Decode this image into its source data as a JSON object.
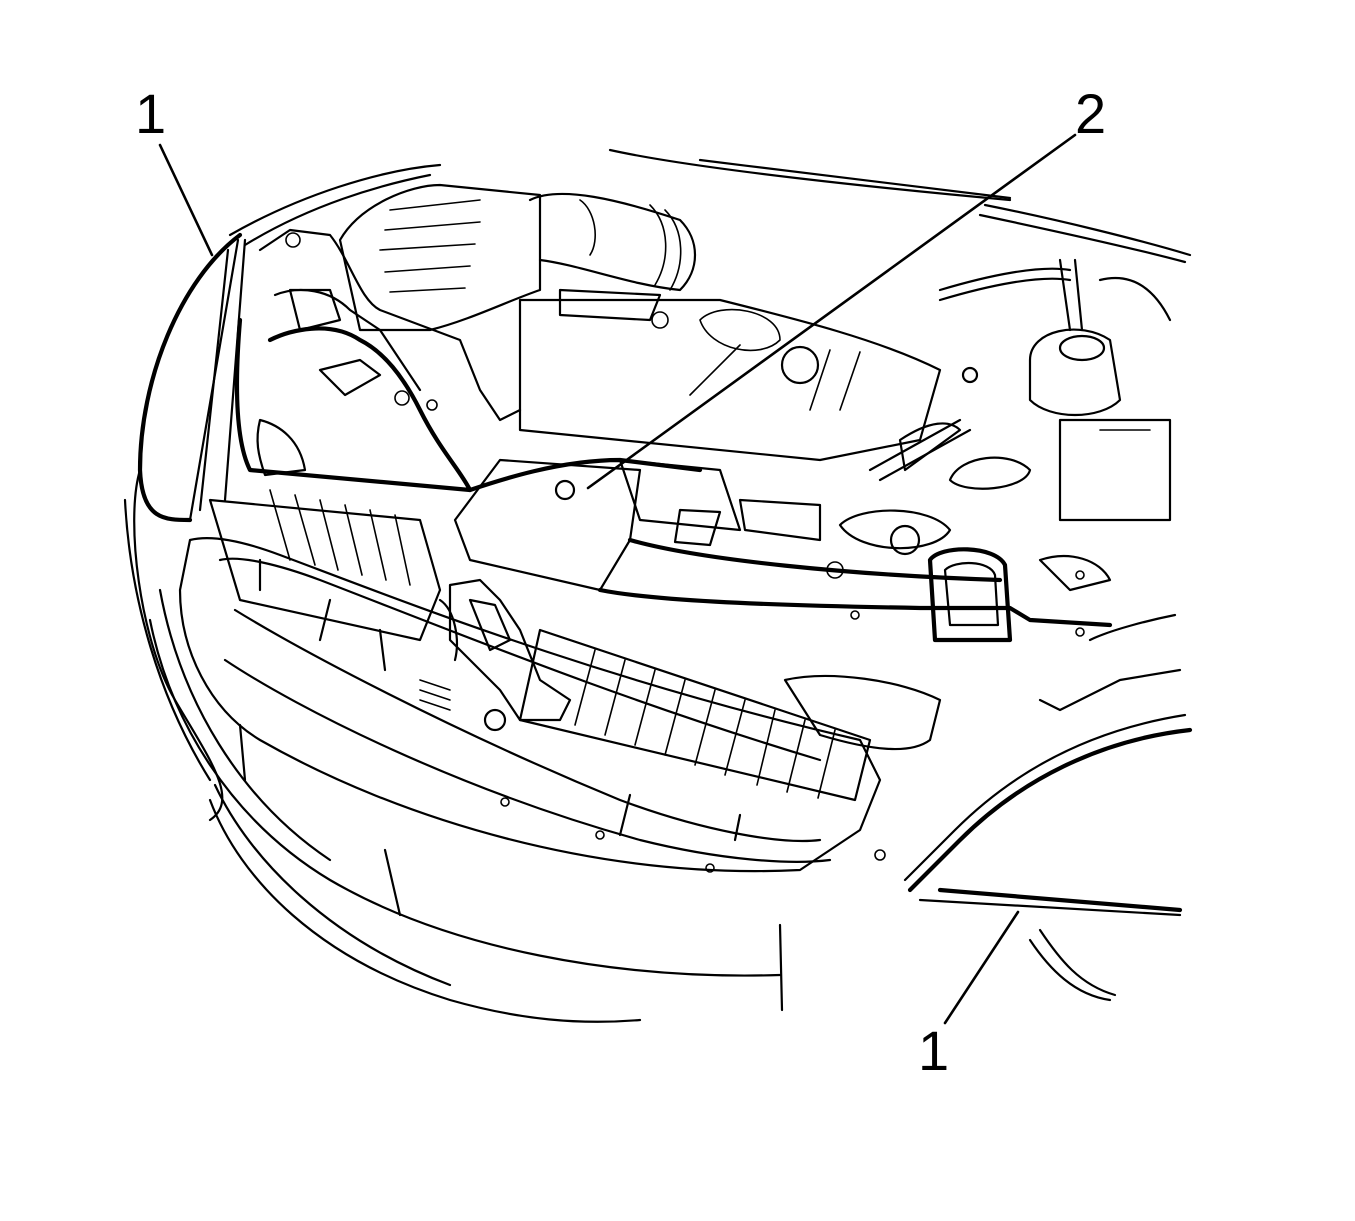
{
  "callouts": [
    {
      "id": "c1-top",
      "label": "1"
    },
    {
      "id": "c2",
      "label": "2"
    },
    {
      "id": "c1-bottom",
      "label": "1"
    }
  ],
  "colors": {
    "ink": "#000000",
    "paper": "#ffffff"
  }
}
